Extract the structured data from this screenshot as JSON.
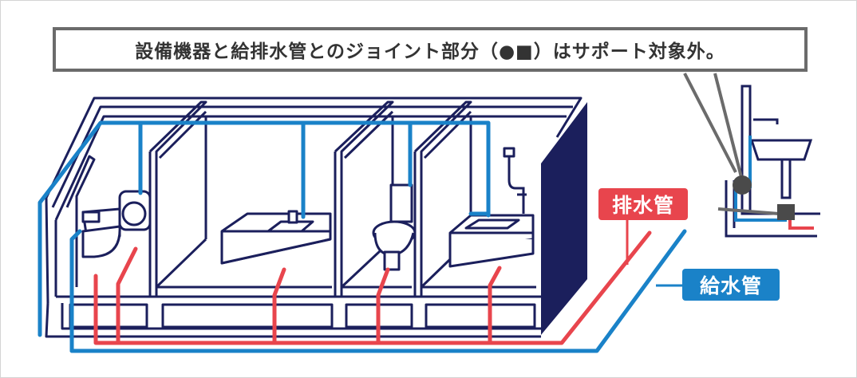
{
  "note": {
    "text": "設備機器と給排水管とのジョイント部分（●■）はサポート対象外。"
  },
  "labels": {
    "drain": "排水管",
    "supply": "給水管"
  },
  "colors": {
    "supply_pipe": "#1a82c8",
    "drain_pipe": "#e8454d",
    "structure_line": "#1b1f5c",
    "wall_dark": "#1b1f5c",
    "note_border": "#6b6b6b",
    "joint": "#4a4a4a"
  },
  "legend": {
    "joint_symbols": [
      "●",
      "■"
    ]
  }
}
